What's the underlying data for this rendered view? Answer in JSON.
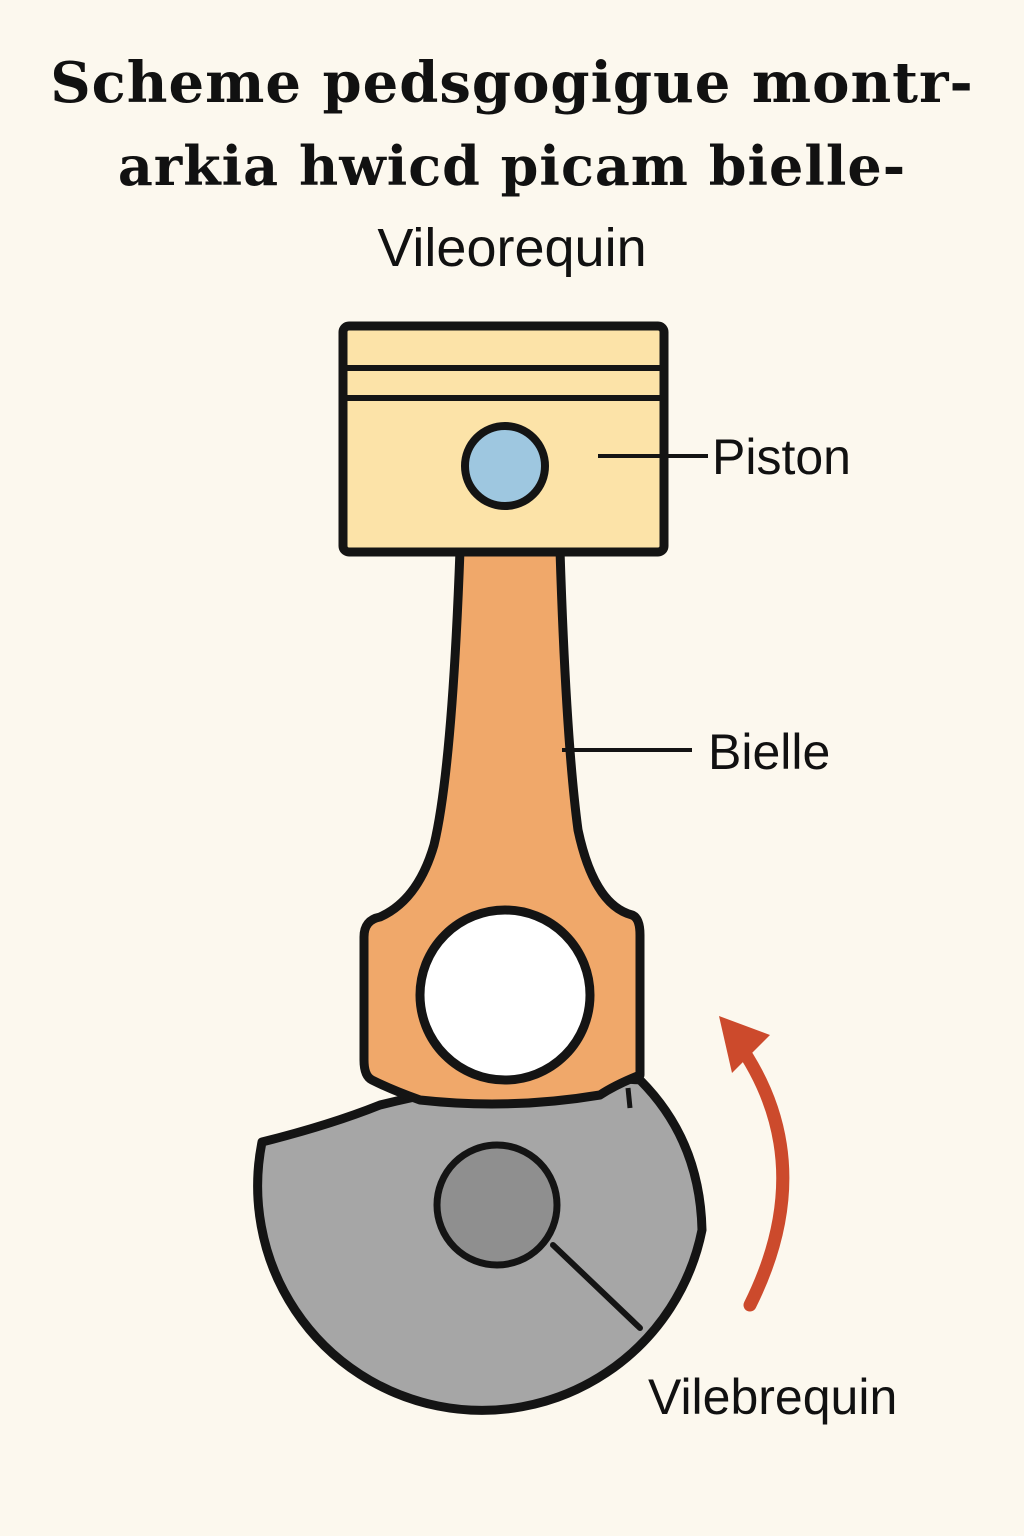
{
  "title": {
    "line1": "Scheme pedsgogigue montr-",
    "line2": "arkia hwicd picam bielle-",
    "line3": "Vileorequin"
  },
  "labels": {
    "piston": "Piston",
    "bielle": "Bielle",
    "vilebrequin": "Vilebrequin"
  },
  "colors": {
    "background": "#fcf8ee",
    "piston": "#fce3a8",
    "pin": "#9ec7e0",
    "rod": "#f0a86a",
    "crank": "#a6a6a6",
    "crankpin": "#8f8f8f",
    "arrow": "#cc4a2c",
    "outline": "#141414"
  }
}
